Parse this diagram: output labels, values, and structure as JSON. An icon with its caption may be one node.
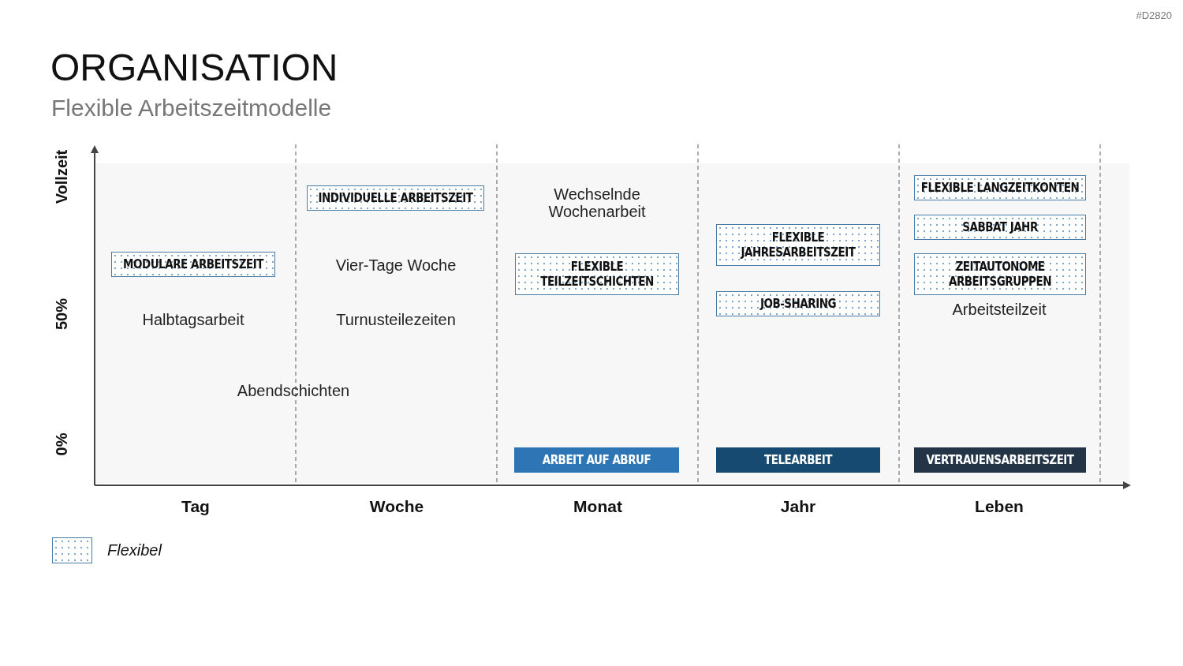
{
  "diagram": {
    "title": "ORGANISATION",
    "nodes": [
      {
        "text": [
          "MODULARE ARBEITSZEIT"
        ]
      },
      {
        "text": [
          "INDIVIDUELLE ARBEITSZEIT"
        ]
      },
      {
        "text": [
          "FLEXIBLE TEILZEITSCHICHTEN"
        ]
      },
      {
        "text": [
          "FLEXIBLE JAHRESARBEITSZEIT"
        ]
      },
      {
        "text": [
          "JOB-SHARING"
        ]
      },
      {
        "text": [
          "FLEXIBLE LANGZEITKONTEN"
        ]
      },
      {
        "text": [
          "SABBAT JAHR"
        ]
      },
      {
        "text": [
          "ZEITAUTONOME ARBEITSGRUPPEN"
        ]
      },
      {
        "text": [
          "ARBEIT AUF ABRUF"
        ]
      },
      {
        "text": [
          "TELEARBEIT"
        ]
      },
      {
        "text": [
          "VERTRAUENSARBEITSZEIT"
        ]
      }
    ],
    "edges": [],
    "labels": [
      "#D2820",
      "Flexible Arbeitszeitmodelle",
      "Vollzeit",
      "50%",
      "0%",
      "Wechselnde Wochenarbeit",
      "Vier-Tage Woche",
      "Halbtagsarbeit",
      "Turnusteilezeiten",
      "Arbeitsteilzeit",
      "Abendschichten",
      "Tag",
      "Woche",
      "Monat",
      "Jahr",
      "Leben"
    ],
    "legend": [
      {
        "text": "Flexibel"
      }
    ]
  }
}
